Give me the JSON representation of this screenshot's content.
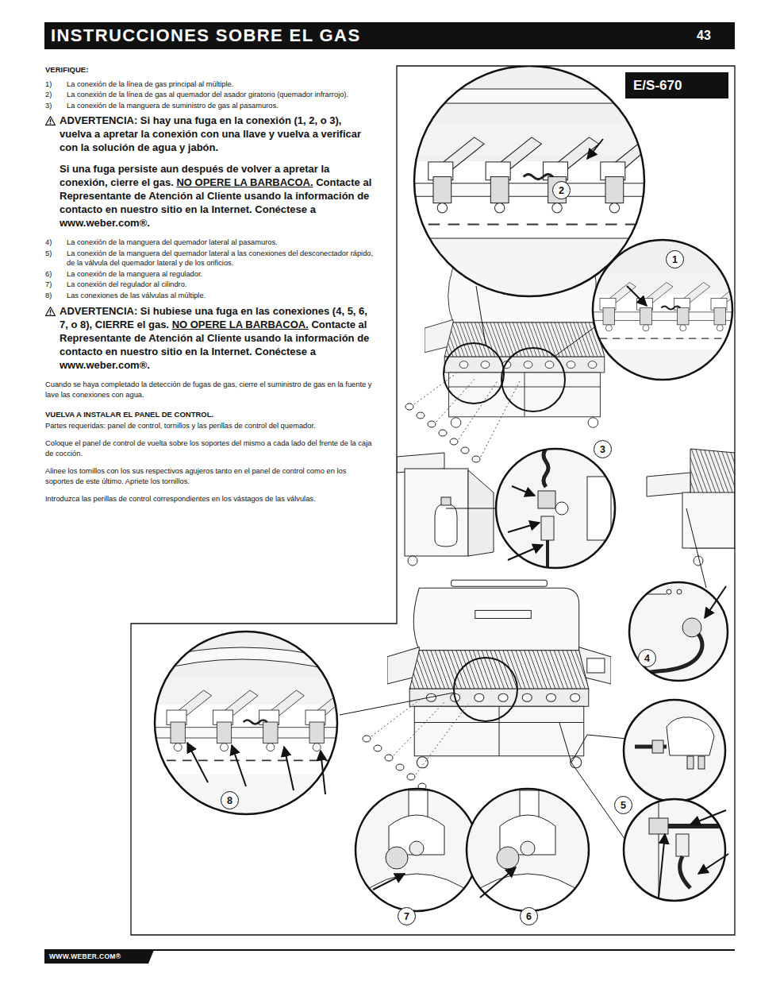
{
  "diagram": {
    "title": "INSTRUCCIONES SOBRE EL GAS",
    "nodes": [
      {
        "text": [
          "E/S-670"
        ]
      },
      {
        "text": [
          "2"
        ]
      },
      {
        "text": [
          "1"
        ]
      },
      {
        "text": [
          "3"
        ]
      },
      {
        "text": [
          "4"
        ]
      },
      {
        "text": [
          "8"
        ]
      },
      {
        "text": [
          "5"
        ]
      },
      {
        "text": [
          "7"
        ]
      },
      {
        "text": [
          "6"
        ]
      }
    ],
    "edges": [],
    "labels": [
      "43",
      "VERIFIQUE:",
      "1)",
      "La conexión de la línea de gas principal al múltiple.",
      "2)",
      "La conexión de la línea de gas al quemador del asador giratorio (quemador infrarrojo).",
      "3)",
      "La conexión de la manguera de suministro de gas al pasamuros.",
      "ADVERTENCIA: Si hay una fuga en la conexión (1, 2, o 3), vuelva a apretar la conexión con una llave y vuelva a verificar con la solución de agua y jabón.",
      "Si una fuga persiste aun después de volver a apretar la conexión, cierre el gas.",
      "NO OPERE LA BARBACOA.",
      "Contacte al Representante de Atención al Cliente usando la información de contacto en nuestro sitio en la Internet. Conéctese a www.weber.com®.",
      "4)",
      "La conexión de la manguera del quemador lateral al pasamuros.",
      "5)",
      "La conexión de la manguera del quemador lateral a las conexiones del desconectador rápido, de la válvula del quemador lateral y de los orificios.",
      "6)",
      "La conexión de la manguera al regulador.",
      "7)",
      "La conexión del regulador al cilindro.",
      "8)",
      "Las conexiones de las válvulas al múltiple.",
      "ADVERTENCIA: Si hubiese una fuga en las conexiones (4, 5, 6, 7, o 8), CIERRE el gas.",
      "NO OPERE LA BARBACOA.",
      "Contacte al Representante de Atención al Cliente usando la información de contacto en nuestro sitio en la Internet. Conéctese a www.weber.com®.",
      "Cuando se haya completado la detección de fugas de gas, cierre el suministro de gas en la fuente y lave las conexiones con agua.",
      "VUELVA A INSTALAR EL PANEL DE CONTROL.",
      "Partes requeridas: panel de control, tornillos y las perillas de control del quemador.",
      "Coloque el panel de control de vuelta sobre los soportes del mismo a cada lado del frente de la caja de cocción.",
      "Alinee los tornillos con los sus respectivos agujeros tanto en el panel de control como en los soportes de este último. Apriete los tornillos.",
      "Introduzca las perillas de control correspondientes en los vástagos de las válvulas.",
      "WWW.WEBER.COM®"
    ]
  }
}
